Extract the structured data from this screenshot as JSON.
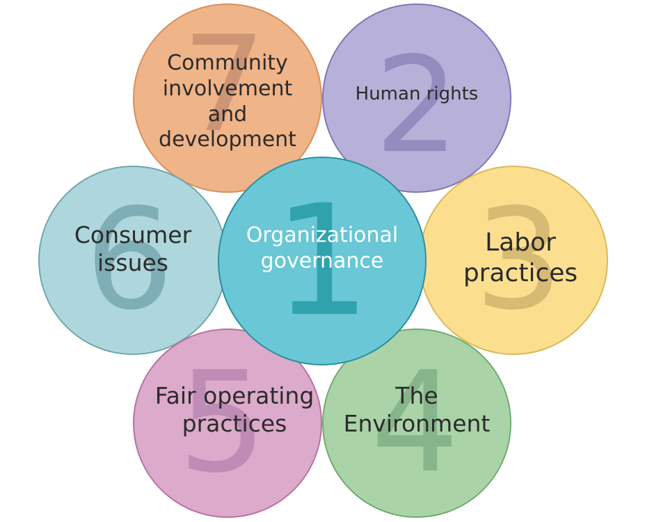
{
  "circles": [
    {
      "id": "c1",
      "number": "1",
      "label": "Organizational\ngovernance",
      "color": "#69c7d6"
    },
    {
      "id": "c2",
      "number": "2",
      "label": "Human rights",
      "color": "#b7b0d8"
    },
    {
      "id": "c3",
      "number": "3",
      "label": "Labor\npractices",
      "color": "#fbdf8f"
    },
    {
      "id": "c4",
      "number": "4",
      "label": "The\nEnvironment",
      "color": "#aad4a8"
    },
    {
      "id": "c5",
      "number": "5",
      "label": "Fair operating\npractices",
      "color": "#dcaaca"
    },
    {
      "id": "c6",
      "number": "6",
      "label": "Consumer\nissues",
      "color": "#aed7dd"
    },
    {
      "id": "c7",
      "number": "7",
      "label": "Community\ninvolvement\nand\ndevelopment",
      "color": "#f0b489"
    }
  ]
}
